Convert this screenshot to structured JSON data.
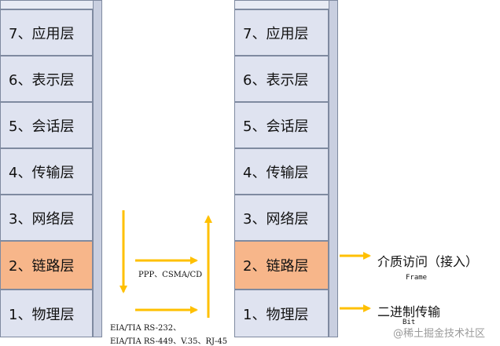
{
  "left_stack": {
    "layers": [
      {
        "label": "7、应用层"
      },
      {
        "label": "6、表示层"
      },
      {
        "label": "5、会话层"
      },
      {
        "label": "4、传输层"
      },
      {
        "label": "3、网络层"
      },
      {
        "label": "2、链路层"
      },
      {
        "label": "1、物理层"
      }
    ]
  },
  "right_stack": {
    "layers": [
      {
        "label": "7、应用层"
      },
      {
        "label": "6、表示层"
      },
      {
        "label": "5、会话层"
      },
      {
        "label": "4、传输层"
      },
      {
        "label": "3、网络层"
      },
      {
        "label": "2、链路层"
      },
      {
        "label": "1、物理层"
      }
    ]
  },
  "middle": {
    "ppp_label": "PPP、CSMA/CD",
    "eia_line1": "EIA/TIA RS-232、",
    "eia_line2": "EIA/TIA RS-449、V.35、RJ-45"
  },
  "right_labels": {
    "link_label": "介质访问（接入）",
    "frame_label": "Frame",
    "physical_label": "二进制传输",
    "bit_label": "Bit"
  },
  "watermark": "@稀土掘金技术社区",
  "colors": {
    "layer_fill": "#dfe3f0",
    "link_fill": "#f7b68a",
    "arrow": "#ffc000"
  }
}
